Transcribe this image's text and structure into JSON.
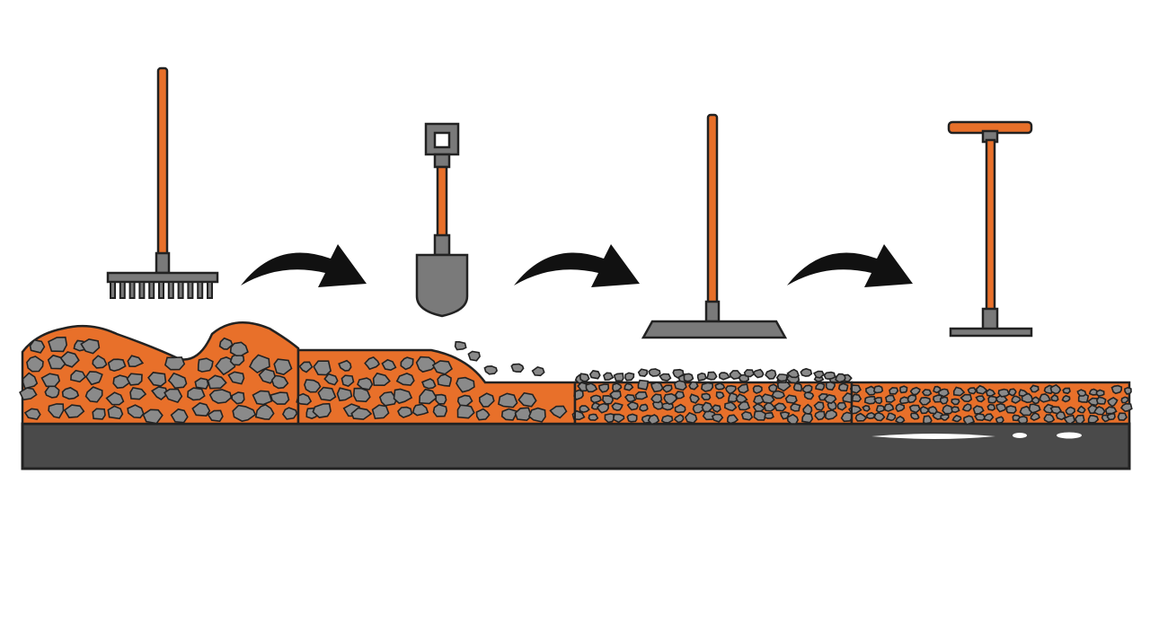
{
  "diagram": {
    "type": "process-illustration",
    "steps": [
      {
        "tool": "rake",
        "icon": "rake-icon",
        "stage": "rough-pile"
      },
      {
        "tool": "shovel",
        "icon": "shovel-icon",
        "stage": "spread-gravel"
      },
      {
        "tool": "flat-screed",
        "icon": "screed-icon",
        "stage": "leveled-gravel"
      },
      {
        "tool": "hand-tamper",
        "icon": "tamper-icon",
        "stage": "compacted-gravel"
      }
    ],
    "arrows": 3
  },
  "colors": {
    "background": "#ffffff",
    "accent_orange": "#e8702a",
    "tool_gray": "#7a7a7a",
    "stone_gray": "#8a8a8a",
    "base_dark": "#4a4a4a",
    "outline": "#222222",
    "arrow": "#111111"
  }
}
